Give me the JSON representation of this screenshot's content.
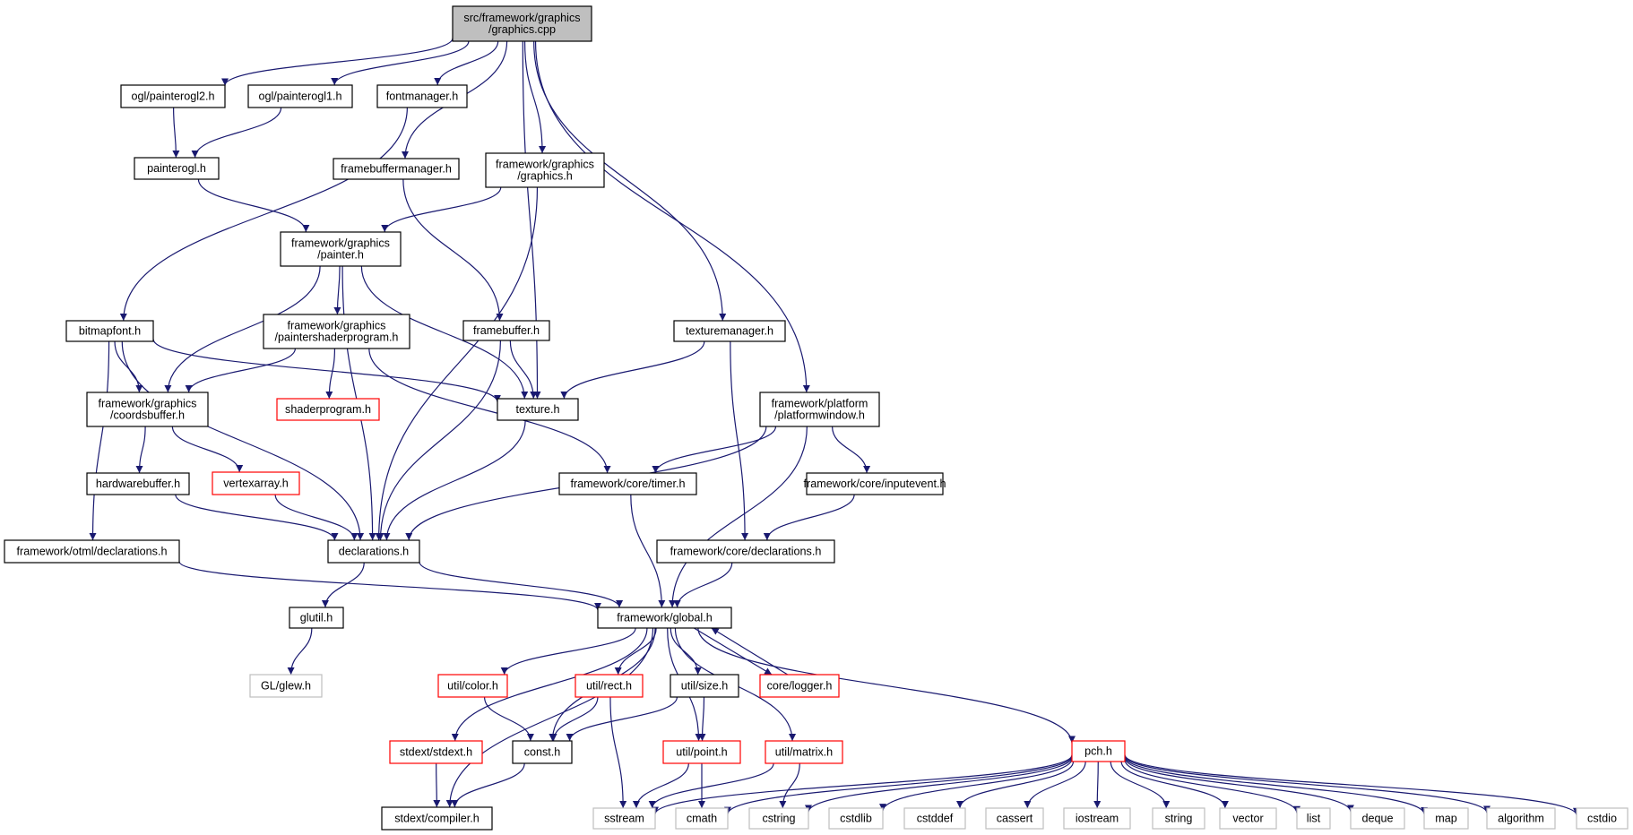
{
  "colors": {
    "edge": "#191970",
    "root_fill": "#bfbfbf",
    "box_normal": "#000000",
    "box_truncated": "#ff0000",
    "box_external": "#bfbfbf",
    "background": "#ffffff"
  },
  "nodes": [
    {
      "id": "graphics_cpp",
      "lines": [
        "src/framework/graphics",
        "/graphics.cpp"
      ],
      "kind": "root"
    },
    {
      "id": "painterogl2_h",
      "lines": [
        "ogl/painterogl2.h"
      ],
      "kind": "normal"
    },
    {
      "id": "painterogl1_h",
      "lines": [
        "ogl/painterogl1.h"
      ],
      "kind": "normal"
    },
    {
      "id": "fontmanager_h",
      "lines": [
        "fontmanager.h"
      ],
      "kind": "normal"
    },
    {
      "id": "painterogl_h",
      "lines": [
        "painterogl.h"
      ],
      "kind": "normal"
    },
    {
      "id": "framebuffermanager_h",
      "lines": [
        "framebuffermanager.h"
      ],
      "kind": "normal"
    },
    {
      "id": "graphics_h",
      "lines": [
        "framework/graphics",
        "/graphics.h"
      ],
      "kind": "normal"
    },
    {
      "id": "painter_h",
      "lines": [
        "framework/graphics",
        "/painter.h"
      ],
      "kind": "normal"
    },
    {
      "id": "bitmapfont_h",
      "lines": [
        "bitmapfont.h"
      ],
      "kind": "normal"
    },
    {
      "id": "paintershaderprogram_h",
      "lines": [
        "framework/graphics",
        "/paintershaderprogram.h"
      ],
      "kind": "normal"
    },
    {
      "id": "framebuffer_h",
      "lines": [
        "framebuffer.h"
      ],
      "kind": "normal"
    },
    {
      "id": "texturemanager_h",
      "lines": [
        "texturemanager.h"
      ],
      "kind": "normal"
    },
    {
      "id": "coordsbuffer_h",
      "lines": [
        "framework/graphics",
        "/coordsbuffer.h"
      ],
      "kind": "normal"
    },
    {
      "id": "shaderprogram_h",
      "lines": [
        "shaderprogram.h"
      ],
      "kind": "truncated"
    },
    {
      "id": "texture_h",
      "lines": [
        "texture.h"
      ],
      "kind": "normal"
    },
    {
      "id": "platformwindow_h",
      "lines": [
        "framework/platform",
        "/platformwindow.h"
      ],
      "kind": "normal"
    },
    {
      "id": "hardwarebuffer_h",
      "lines": [
        "hardwarebuffer.h"
      ],
      "kind": "normal"
    },
    {
      "id": "vertexarray_h",
      "lines": [
        "vertexarray.h"
      ],
      "kind": "truncated"
    },
    {
      "id": "core_timer_h",
      "lines": [
        "framework/core/timer.h"
      ],
      "kind": "normal"
    },
    {
      "id": "core_inputevent_h",
      "lines": [
        "framework/core/inputevent.h"
      ],
      "kind": "normal"
    },
    {
      "id": "otml_declarations_h",
      "lines": [
        "framework/otml/declarations.h"
      ],
      "kind": "normal"
    },
    {
      "id": "declarations_h",
      "lines": [
        "declarations.h"
      ],
      "kind": "normal"
    },
    {
      "id": "core_declarations_h",
      "lines": [
        "framework/core/declarations.h"
      ],
      "kind": "normal"
    },
    {
      "id": "glutil_h",
      "lines": [
        "glutil.h"
      ],
      "kind": "normal"
    },
    {
      "id": "global_h",
      "lines": [
        "framework/global.h"
      ],
      "kind": "normal"
    },
    {
      "id": "gl_glew_h",
      "lines": [
        "GL/glew.h"
      ],
      "kind": "external"
    },
    {
      "id": "util_color_h",
      "lines": [
        "util/color.h"
      ],
      "kind": "truncated"
    },
    {
      "id": "util_rect_h",
      "lines": [
        "util/rect.h"
      ],
      "kind": "truncated"
    },
    {
      "id": "util_size_h",
      "lines": [
        "util/size.h"
      ],
      "kind": "normal"
    },
    {
      "id": "core_logger_h",
      "lines": [
        "core/logger.h"
      ],
      "kind": "truncated"
    },
    {
      "id": "stdext_stdext_h",
      "lines": [
        "stdext/stdext.h"
      ],
      "kind": "truncated"
    },
    {
      "id": "const_h",
      "lines": [
        "const.h"
      ],
      "kind": "normal"
    },
    {
      "id": "util_point_h",
      "lines": [
        "util/point.h"
      ],
      "kind": "truncated"
    },
    {
      "id": "util_matrix_h",
      "lines": [
        "util/matrix.h"
      ],
      "kind": "truncated"
    },
    {
      "id": "pch_h",
      "lines": [
        "pch.h"
      ],
      "kind": "truncated"
    },
    {
      "id": "stdext_compiler_h",
      "lines": [
        "stdext/compiler.h"
      ],
      "kind": "normal"
    },
    {
      "id": "sstream",
      "lines": [
        "sstream"
      ],
      "kind": "external"
    },
    {
      "id": "cmath",
      "lines": [
        "cmath"
      ],
      "kind": "external"
    },
    {
      "id": "cstring",
      "lines": [
        "cstring"
      ],
      "kind": "external"
    },
    {
      "id": "cstdlib",
      "lines": [
        "cstdlib"
      ],
      "kind": "external"
    },
    {
      "id": "cstddef",
      "lines": [
        "cstddef"
      ],
      "kind": "external"
    },
    {
      "id": "cassert",
      "lines": [
        "cassert"
      ],
      "kind": "external"
    },
    {
      "id": "iostream",
      "lines": [
        "iostream"
      ],
      "kind": "external"
    },
    {
      "id": "string",
      "lines": [
        "string"
      ],
      "kind": "external"
    },
    {
      "id": "vector",
      "lines": [
        "vector"
      ],
      "kind": "external"
    },
    {
      "id": "list",
      "lines": [
        "list"
      ],
      "kind": "external"
    },
    {
      "id": "deque",
      "lines": [
        "deque"
      ],
      "kind": "external"
    },
    {
      "id": "map",
      "lines": [
        "map"
      ],
      "kind": "external"
    },
    {
      "id": "algorithm",
      "lines": [
        "algorithm"
      ],
      "kind": "external"
    },
    {
      "id": "cstdio",
      "lines": [
        "cstdio"
      ],
      "kind": "external"
    }
  ],
  "edges": [
    [
      "graphics_cpp",
      "painterogl2_h"
    ],
    [
      "graphics_cpp",
      "painterogl1_h"
    ],
    [
      "graphics_cpp",
      "fontmanager_h"
    ],
    [
      "graphics_cpp",
      "framebuffermanager_h"
    ],
    [
      "graphics_cpp",
      "graphics_h"
    ],
    [
      "graphics_cpp",
      "texture_h"
    ],
    [
      "graphics_cpp",
      "texturemanager_h"
    ],
    [
      "graphics_cpp",
      "platformwindow_h"
    ],
    [
      "painterogl2_h",
      "painterogl_h"
    ],
    [
      "painterogl1_h",
      "painterogl_h"
    ],
    [
      "fontmanager_h",
      "bitmapfont_h"
    ],
    [
      "painterogl_h",
      "painter_h"
    ],
    [
      "framebuffermanager_h",
      "framebuffer_h"
    ],
    [
      "graphics_h",
      "painter_h"
    ],
    [
      "graphics_h",
      "declarations_h"
    ],
    [
      "painter_h",
      "coordsbuffer_h"
    ],
    [
      "painter_h",
      "paintershaderprogram_h"
    ],
    [
      "painter_h",
      "texture_h"
    ],
    [
      "painter_h",
      "declarations_h"
    ],
    [
      "bitmapfont_h",
      "coordsbuffer_h"
    ],
    [
      "bitmapfont_h",
      "texture_h"
    ],
    [
      "bitmapfont_h",
      "declarations_h"
    ],
    [
      "bitmapfont_h",
      "otml_declarations_h"
    ],
    [
      "paintershaderprogram_h",
      "coordsbuffer_h"
    ],
    [
      "paintershaderprogram_h",
      "shaderprogram_h"
    ],
    [
      "paintershaderprogram_h",
      "core_timer_h"
    ],
    [
      "framebuffer_h",
      "texture_h"
    ],
    [
      "framebuffer_h",
      "declarations_h"
    ],
    [
      "texturemanager_h",
      "texture_h"
    ],
    [
      "texturemanager_h",
      "core_declarations_h"
    ],
    [
      "coordsbuffer_h",
      "hardwarebuffer_h"
    ],
    [
      "coordsbuffer_h",
      "vertexarray_h"
    ],
    [
      "texture_h",
      "declarations_h"
    ],
    [
      "platformwindow_h",
      "core_timer_h"
    ],
    [
      "platformwindow_h",
      "core_inputevent_h"
    ],
    [
      "platformwindow_h",
      "declarations_h"
    ],
    [
      "platformwindow_h",
      "global_h"
    ],
    [
      "hardwarebuffer_h",
      "declarations_h"
    ],
    [
      "vertexarray_h",
      "declarations_h"
    ],
    [
      "core_timer_h",
      "global_h"
    ],
    [
      "core_inputevent_h",
      "core_declarations_h"
    ],
    [
      "otml_declarations_h",
      "global_h"
    ],
    [
      "declarations_h",
      "glutil_h"
    ],
    [
      "declarations_h",
      "global_h"
    ],
    [
      "core_declarations_h",
      "global_h"
    ],
    [
      "glutil_h",
      "gl_glew_h"
    ],
    [
      "global_h",
      "util_color_h"
    ],
    [
      "global_h",
      "util_rect_h"
    ],
    [
      "global_h",
      "util_size_h"
    ],
    [
      "global_h",
      "core_logger_h"
    ],
    [
      "global_h",
      "stdext_stdext_h"
    ],
    [
      "global_h",
      "const_h"
    ],
    [
      "global_h",
      "util_point_h"
    ],
    [
      "global_h",
      "util_matrix_h"
    ],
    [
      "global_h",
      "pch_h"
    ],
    [
      "global_h",
      "stdext_compiler_h"
    ],
    [
      "core_logger_h",
      "global_h"
    ],
    [
      "util_color_h",
      "const_h"
    ],
    [
      "util_rect_h",
      "const_h"
    ],
    [
      "util_rect_h",
      "sstream"
    ],
    [
      "util_size_h",
      "const_h"
    ],
    [
      "util_size_h",
      "util_point_h"
    ],
    [
      "stdext_stdext_h",
      "stdext_compiler_h"
    ],
    [
      "const_h",
      "stdext_compiler_h"
    ],
    [
      "util_point_h",
      "sstream"
    ],
    [
      "util_point_h",
      "cmath"
    ],
    [
      "util_matrix_h",
      "sstream"
    ],
    [
      "util_matrix_h",
      "cstring"
    ],
    [
      "pch_h",
      "sstream"
    ],
    [
      "pch_h",
      "cmath"
    ],
    [
      "pch_h",
      "cstring"
    ],
    [
      "pch_h",
      "cstdlib"
    ],
    [
      "pch_h",
      "cstddef"
    ],
    [
      "pch_h",
      "cassert"
    ],
    [
      "pch_h",
      "iostream"
    ],
    [
      "pch_h",
      "string"
    ],
    [
      "pch_h",
      "vector"
    ],
    [
      "pch_h",
      "list"
    ],
    [
      "pch_h",
      "deque"
    ],
    [
      "pch_h",
      "map"
    ],
    [
      "pch_h",
      "algorithm"
    ],
    [
      "pch_h",
      "cstdio"
    ]
  ]
}
